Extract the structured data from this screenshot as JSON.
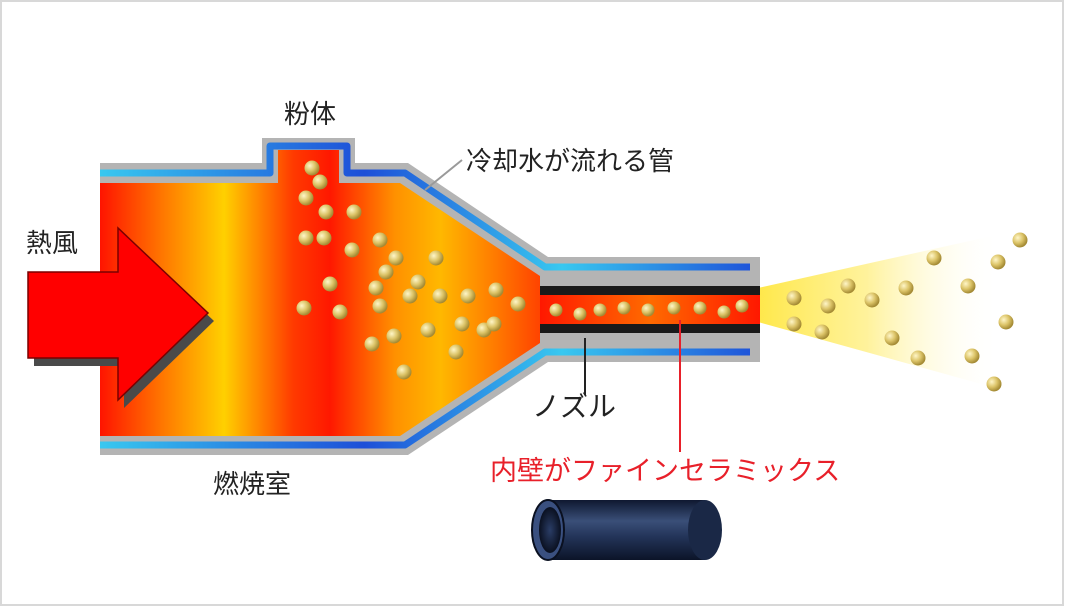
{
  "labels": {
    "powder": "粉体",
    "coolant_pipe": "冷却水が流れる管",
    "hot_air": "熱風",
    "nozzle": "ノズル",
    "inner_wall": "内壁がファインセラミックス",
    "combustion_chamber": "燃焼室"
  },
  "colors": {
    "inner_wall_label": "#e8202a",
    "label_text": "#222222",
    "pipe_gray": "#b4b4b4",
    "coolant_blue": "#1e4fd8",
    "coolant_cyan": "#46d8f4",
    "flame_red": "#ff1a00",
    "flame_yellow": "#ffd200",
    "particle": "#d9c060",
    "arrow_red": "#ff0000",
    "nozzle_black": "#1a1a1a",
    "ceramic_tube": "#1d2a44"
  },
  "icons": {
    "hot_air_arrow": "arrow-right-icon",
    "ceramic_tube": "cylinder-tube-icon"
  }
}
